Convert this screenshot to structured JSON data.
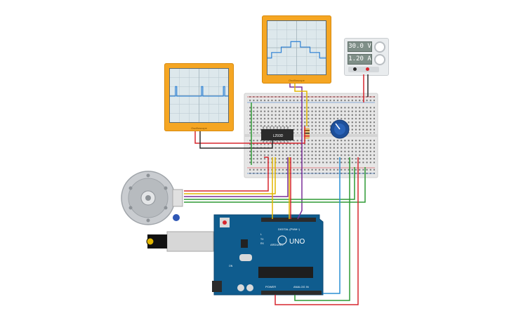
{
  "scope_left": {
    "label": "Oscilloscope"
  },
  "scope_top": {
    "label": "Oscilloscope"
  },
  "power_supply": {
    "voltage": "30.0 V",
    "current": "1.20 A"
  },
  "driver_chip": {
    "label": "L293D"
  },
  "arduino": {
    "model": "UNO",
    "brand": "ARDUINO",
    "digital_label": "DIGITAL (PWM~)",
    "power_label": "POWER",
    "analog_label": "ANALOG IN",
    "tx_label": "TX",
    "rx_label": "RX",
    "on_label": "ON",
    "l_label": "L"
  },
  "colors": {
    "scope_frame": "#f5a623",
    "board": "#0f5c8e",
    "breadboard": "#e6e6e6",
    "wire_red": "#d7262e",
    "wire_black": "#2b2b2b"
  }
}
